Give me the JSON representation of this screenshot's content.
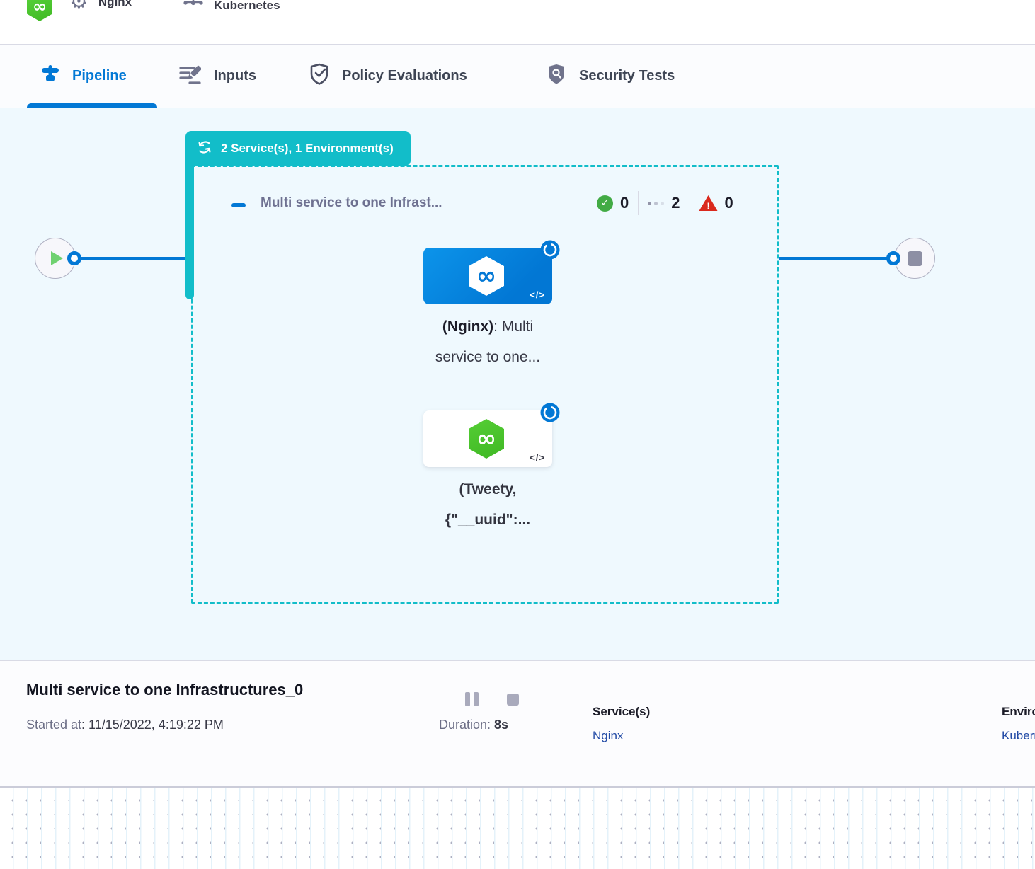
{
  "colors": {
    "primary_blue": "#0278D5",
    "accent_teal": "#12BDC9",
    "success_green": "#42AB45",
    "error_red": "#DA291D",
    "canvas_bg": "#EFF9FE",
    "logo_green": "#47C52E",
    "link_navy": "#234BA6",
    "node_gray": "#8D8FA4"
  },
  "header": {
    "pipeline_name": "Nginx",
    "environment_name": "Kubernetes"
  },
  "tabs": [
    {
      "label": "Pipeline",
      "active": true
    },
    {
      "label": "Inputs",
      "active": false
    },
    {
      "label": "Policy Evaluations",
      "active": false
    },
    {
      "label": "Security Tests",
      "active": false
    }
  ],
  "active_tab": "Pipeline",
  "canvas": {
    "group_badge": {
      "label": "2 Service(s), 1 Environment(s)"
    },
    "stage_group": {
      "title": "Multi service to one Infrast...",
      "counts": {
        "success": "0",
        "running": "2",
        "failed": "0"
      }
    },
    "stages": [
      {
        "name_bold": "(Nginx)",
        "name_rest": ": Multi",
        "line2": "service to one...",
        "status": "running",
        "card_style": "blue"
      },
      {
        "line1": "(Tweety,",
        "line2": "{\"__uuid\":...",
        "status": "running",
        "card_style": "white"
      }
    ],
    "code_glyph": "</>",
    "infinity_glyph": "∞"
  },
  "footer": {
    "execution_title": "Multi service to one Infrastructures_0",
    "started_label": "Started at",
    "started_value": ": 11/15/2022, 4:19:22 PM",
    "duration_label": "Duration: ",
    "duration_value": "8s",
    "services_label": "Service(s)",
    "services_value": "Nginx",
    "environments_label": "Environment(s)",
    "environments_value": "Kubernetes"
  }
}
